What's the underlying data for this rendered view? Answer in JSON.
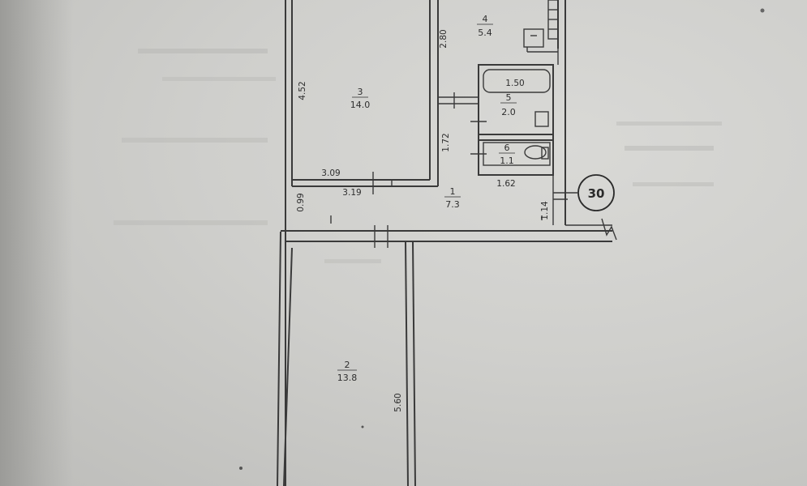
{
  "rooms": [
    {
      "id": "1",
      "area": "7.3"
    },
    {
      "id": "2",
      "area": "13.8"
    },
    {
      "id": "3",
      "area": "14.0"
    },
    {
      "id": "4",
      "area": "5.4"
    },
    {
      "id": "5",
      "area": "2.0"
    },
    {
      "id": "6",
      "area": "1.1"
    }
  ],
  "dimensions": {
    "d452": "4.52",
    "d280": "2.80",
    "d150": "1.50",
    "d172": "1.72",
    "d309": "3.09",
    "d319": "3.19",
    "d099": "0.99",
    "d162": "1.62",
    "d114": "1.14",
    "d560": "5.60"
  },
  "marker": "30"
}
